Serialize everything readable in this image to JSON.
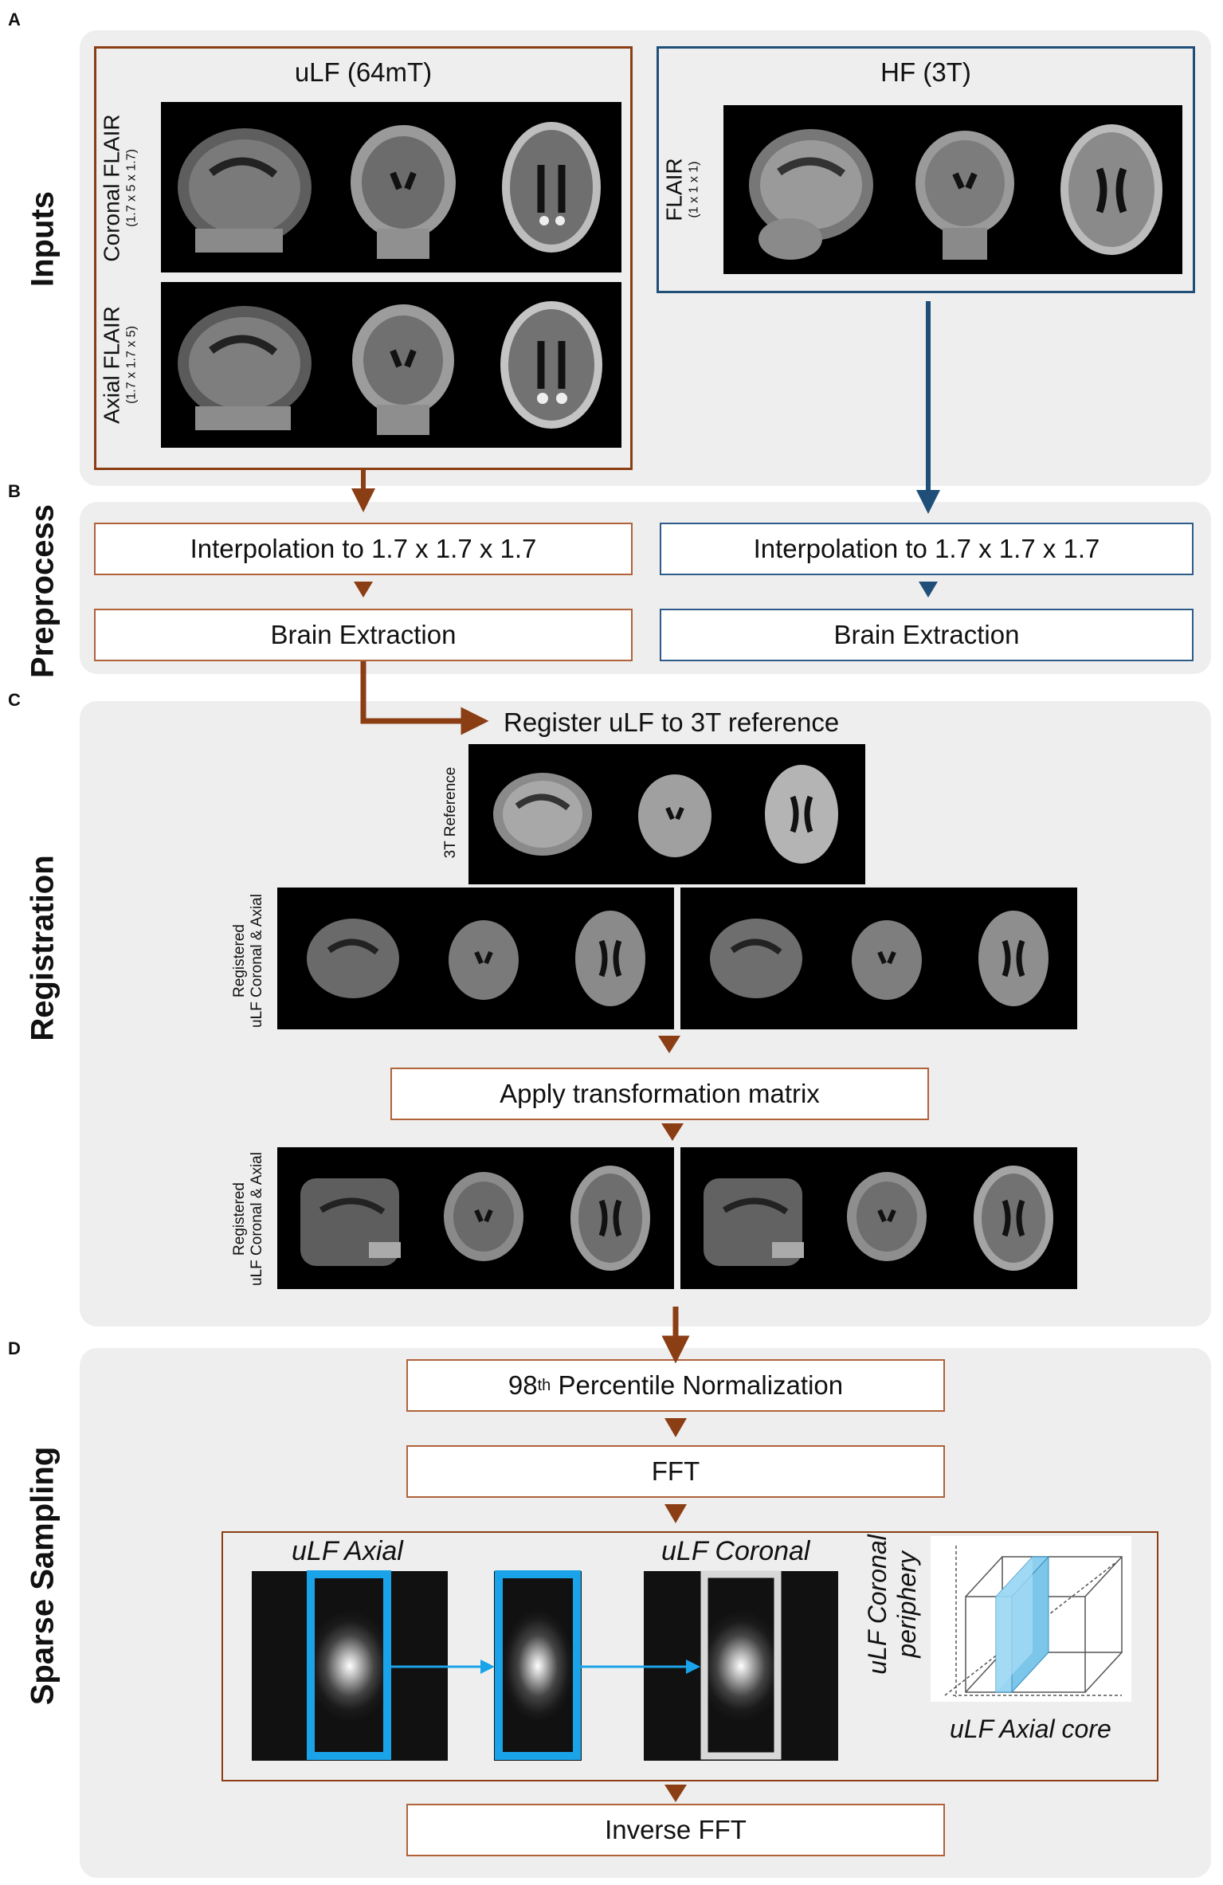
{
  "panels": {
    "a": {
      "letter": "A",
      "label": "Inputs"
    },
    "b": {
      "letter": "B",
      "label": "Preprocess"
    },
    "c": {
      "letter": "C",
      "label": "Registration"
    },
    "d": {
      "letter": "D",
      "label": "Sparse Sampling"
    }
  },
  "inputs": {
    "ulf_title": "uLF (64mT)",
    "hf_title": "HF (3T)",
    "coronal_label": "Coronal FLAIR",
    "coronal_dims": "(1.7 x 5 x 1.7)",
    "axial_label": "Axial FLAIR",
    "axial_dims": "(1.7 x 1.7 x 5)",
    "hf_label": "FLAIR",
    "hf_dims": "(1 x 1 x 1)"
  },
  "preprocess": {
    "left_interp": "Interpolation to 1.7 x 1.7 x 1.7",
    "left_extract": "Brain Extraction",
    "right_interp": "Interpolation to 1.7 x 1.7 x 1.7",
    "right_extract": "Brain Extraction"
  },
  "registration": {
    "title": "Register uLF to 3T reference",
    "ref_label": "3T Reference",
    "reg1_line1": "Registered",
    "reg1_line2": "uLF Coronal  & Axial",
    "apply": "Apply transformation matrix",
    "reg2_line1": "Registered",
    "reg2_line2": "uLF Coronal  & Axial"
  },
  "sparse": {
    "norm_pre": "98",
    "norm_sup": "th",
    "norm_post": " Percentile Normalization",
    "fft": "FFT",
    "ulf_axial": "uLF Axial",
    "ulf_coronal": "uLF Coronal",
    "periph_line1": "uLF Coronal",
    "periph_line2": "periphery",
    "axial_core": "uLF Axial core",
    "inverse": "Inverse FFT"
  },
  "colors": {
    "brown": "#8b3d14",
    "navy": "#1f4e79",
    "cyan": "#1aa3e8",
    "panel": "#eeeeee"
  }
}
